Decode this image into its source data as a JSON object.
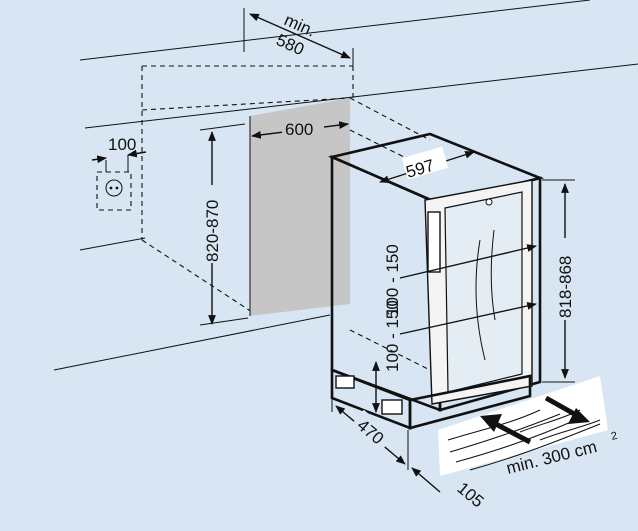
{
  "diagram": {
    "labels": {
      "min_label": "min.",
      "depth_580": "580",
      "niche_width": "600",
      "socket_offset": "100",
      "niche_height": "820-870",
      "appliance_width": "597",
      "appliance_height": "818-868",
      "vent_top": "100 - 150",
      "vent_bottom": "100 - 150",
      "appliance_depth": "470",
      "plinth_offset": "105",
      "vent_area": "min. 300 cm",
      "vent_area_exp": "2"
    },
    "colors": {
      "background": "#d7e6f2",
      "panel": "#c6c6c6",
      "appliance_body": "#ffffff",
      "glass": "#e4edf4",
      "floor_hatch": "#ffffff",
      "line": "#111111"
    }
  }
}
